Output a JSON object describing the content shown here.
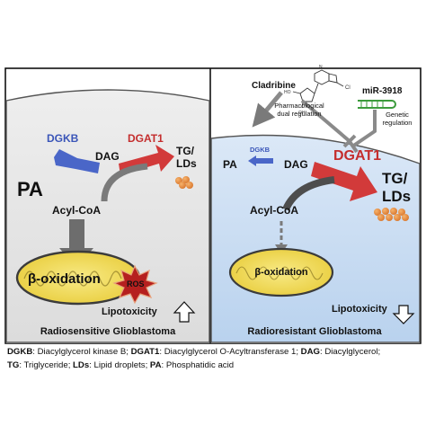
{
  "panel_left": {
    "caption": "Radiosensitive Glioblastoma",
    "dgkb": "DGKB",
    "dgat1": "DGAT1",
    "dag": "DAG",
    "pa": "PA",
    "tg_line1": "TG/",
    "tg_line2": "LDs",
    "acyl_coa": "Acyl-CoA",
    "beta_oxidation": "β-oxidation",
    "ros": "ROS",
    "lipotoxicity": "Lipotoxicity"
  },
  "panel_right": {
    "caption": "Radioresistant Glioblastoma",
    "cladribine": "Cladribine",
    "mirna": "miR-3918",
    "pharm_line1": "Pharmacological",
    "pharm_line2": "dual regulation",
    "gen_line1": "Genetic",
    "gen_line2": "regulation",
    "dgkb": "DGKB",
    "dgat1": "DGAT1",
    "dag": "DAG",
    "pa": "PA",
    "tg_line1": "TG/",
    "tg_line2": "LDs",
    "acyl_coa": "Acyl-CoA",
    "beta_oxidation": "β-oxidation",
    "lipotoxicity": "Lipotoxicity",
    "chem_n": "N",
    "chem_cl": "Cl",
    "chem_oh": "OH",
    "chem_ho": "HO"
  },
  "legend": {
    "k1": "DGKB",
    "v1": ": Diacylglycerol kinase B; ",
    "k2": "DGAT1",
    "v2": ": Diacylglycerol O-Acyltransferase 1; ",
    "k3": "DAG",
    "v3": ": Diacylglycerol;",
    "k4": "TG",
    "v4": ": Triglyceride; ",
    "k5": "LDs",
    "v5": ": Lipid droplets; ",
    "k6": "PA",
    "v6": ": Phosphatidic acid"
  },
  "colors": {
    "left_bg": "#e6e6e6",
    "right_bg": "#cfe0f4",
    "dgkb_blue": "#4a66c8",
    "dgat1_red": "#d23a3a",
    "mito_yellow": "#f3df5a",
    "ros_red": "#b5201f",
    "droplet_orange": "#e58a3c"
  }
}
